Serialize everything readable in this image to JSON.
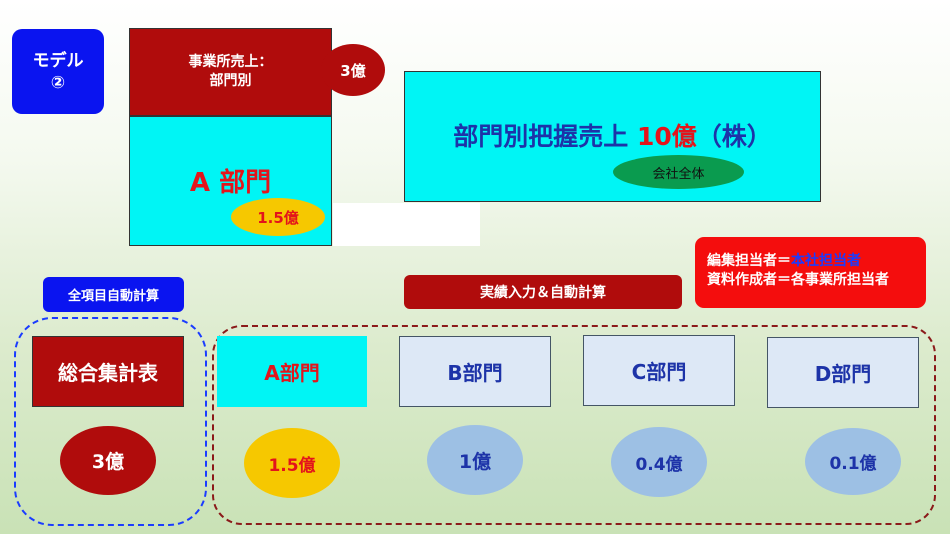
{
  "model_badge": "モデル\n②",
  "office_sales": {
    "label": "事業所売上：\n部門別",
    "value": "3億"
  },
  "dept_a_top": {
    "label": "A 部門",
    "value": "1.5億"
  },
  "company_total": {
    "title_prefix": "部門別把握売上",
    "title_value": "10億",
    "title_suffix": "（株）",
    "badge": "会社全体"
  },
  "editor_note": {
    "line1_prefix": "編集担当者＝",
    "line1_value": "本社担当者",
    "line2": "資料作成者＝各事業所担当者"
  },
  "auto_calc_label": "全項目自動計算",
  "actual_input_label": "実績入力＆自動計算",
  "summary": {
    "label": "総合集計表",
    "value": "3億"
  },
  "departments": [
    {
      "label": "A部門",
      "value": "1.5億"
    },
    {
      "label": "B部門",
      "value": "1億"
    },
    {
      "label": "C部門",
      "value": "0.4億"
    },
    {
      "label": "D部門",
      "value": "0.1億"
    }
  ],
  "colors": {
    "dark_red": "#b00c0c",
    "cyan": "#00f5f5",
    "blue": "#0a14f0",
    "bright_red": "#f40d0d",
    "yellow": "#f6c800",
    "light_blue": "#9dc0e4",
    "green": "#0a9b4f"
  }
}
